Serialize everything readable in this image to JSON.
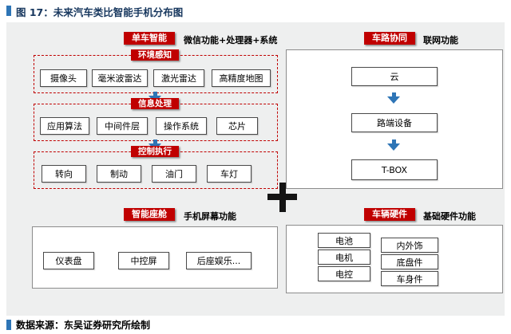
{
  "figure": {
    "title": "图 17：未来汽车类比智能手机分布图",
    "source": "数据来源：东吴证券研究所绘制"
  },
  "single_vehicle": {
    "badge": "单车智能",
    "note": "微信功能+处理器+系统",
    "env_perception": {
      "badge": "环境感知",
      "items": [
        "摄像头",
        "毫米波雷达",
        "激光雷达",
        "高精度地图"
      ]
    },
    "info_processing": {
      "badge": "信息处理",
      "items": [
        "应用算法",
        "中间件层",
        "操作系统",
        "芯片"
      ]
    },
    "control_execution": {
      "badge": "控制执行",
      "items": [
        "转向",
        "制动",
        "油门",
        "车灯"
      ]
    }
  },
  "v2x": {
    "badge": "车路协同",
    "note": "联网功能",
    "chain": [
      "云",
      "路端设备",
      "T-BOX"
    ]
  },
  "cockpit": {
    "badge": "智能座舱",
    "note": "手机屏幕功能",
    "items": [
      "仪表盘",
      "中控屏",
      "后座娱乐..."
    ]
  },
  "hardware": {
    "badge": "车辆硬件",
    "note": "基础硬件功能",
    "col1": [
      "电池",
      "电机",
      "电控"
    ],
    "col2": [
      "内外饰",
      "底盘件",
      "车身件"
    ]
  },
  "colors": {
    "badge_red": "#C00000",
    "arrow_blue": "#2E75B6",
    "title_navy": "#17375E",
    "marker_blue": "#2E75B6",
    "panel_gray": "#EEEFEF"
  },
  "icons": {
    "center": "plus-icon",
    "flow": "arrow-down-icon",
    "title_marker": "square-marker-icon"
  }
}
